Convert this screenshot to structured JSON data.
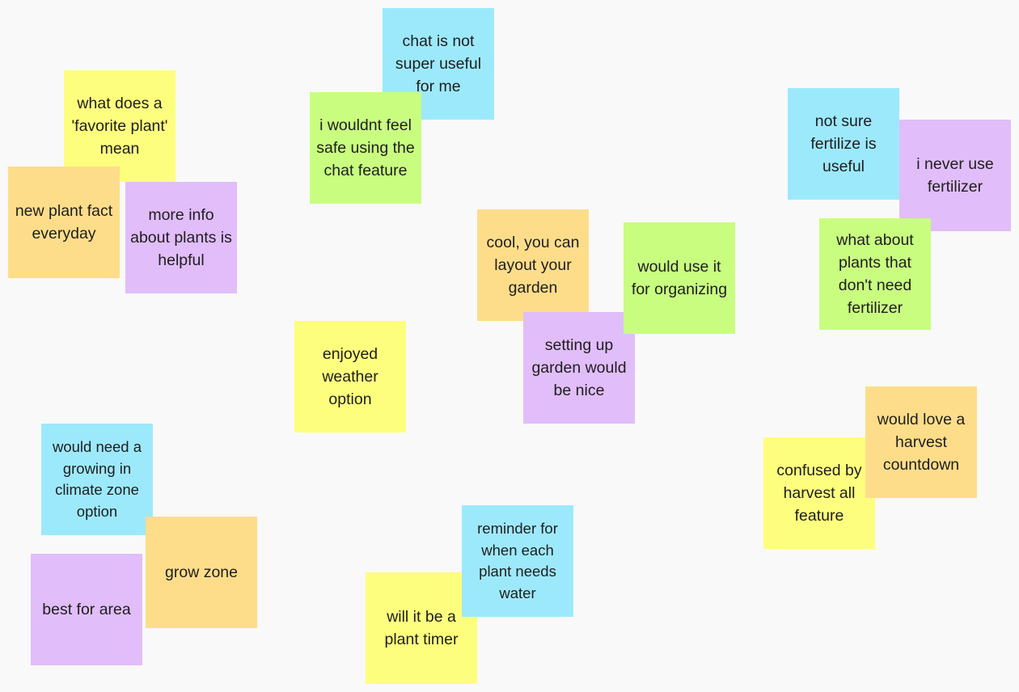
{
  "board": {
    "colors": {
      "background": "#f9f9f9",
      "yellow": "#fefe7e",
      "blue": "#9de9fc",
      "green": "#c9fd80",
      "orange": "#fedd8a",
      "purple": "#e1bdfa"
    },
    "notes": [
      {
        "text": "chat is not super useful for me",
        "color": "blue"
      },
      {
        "text": "what does a 'favorite plant' mean",
        "color": "yellow"
      },
      {
        "text": "i wouldnt feel safe using the chat feature",
        "color": "green"
      },
      {
        "text": "new plant fact everyday",
        "color": "orange"
      },
      {
        "text": "more info about plants is helpful",
        "color": "purple"
      },
      {
        "text": "not sure fertilize is useful",
        "color": "blue"
      },
      {
        "text": "i never use fertilizer",
        "color": "purple"
      },
      {
        "text": "cool, you can layout your garden",
        "color": "orange"
      },
      {
        "text": "would use it for organizing",
        "color": "green"
      },
      {
        "text": "what about plants that don't need fertilizer",
        "color": "green"
      },
      {
        "text": "enjoyed weather option",
        "color": "yellow"
      },
      {
        "text": "setting up garden would be nice",
        "color": "purple"
      },
      {
        "text": "would love a harvest countdown",
        "color": "orange"
      },
      {
        "text": "confused by harvest all feature",
        "color": "yellow"
      },
      {
        "text": "would need a growing in climate zone option",
        "color": "blue"
      },
      {
        "text": "grow zone",
        "color": "orange"
      },
      {
        "text": "best for area",
        "color": "purple"
      },
      {
        "text": "reminder for when each plant needs water",
        "color": "blue"
      },
      {
        "text": "will it be a plant timer",
        "color": "yellow"
      }
    ]
  }
}
